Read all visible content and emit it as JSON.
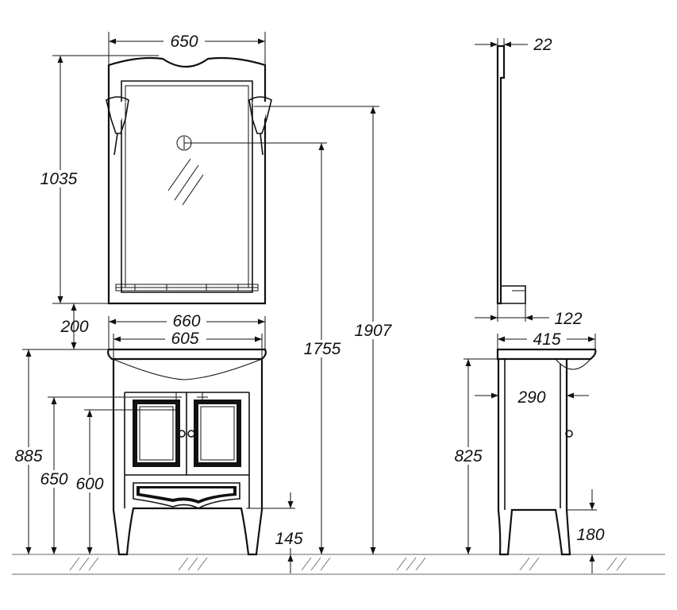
{
  "dimensions": {
    "mirror_width": "650",
    "mirror_height": "1035",
    "mirror_depth": "22",
    "shelf_depth": "122",
    "gap_above_vanity": "200",
    "basin_width": "660",
    "cabinet_width": "605",
    "mirror_center_height": "1755",
    "total_height": "1907",
    "vanity_height": "885",
    "drain_height": "650",
    "supply_height": "600",
    "leg_height": "145",
    "vanity_depth": "415",
    "cabinet_depth": "290",
    "cabinet_height_side": "825",
    "side_leg_height": "180"
  }
}
